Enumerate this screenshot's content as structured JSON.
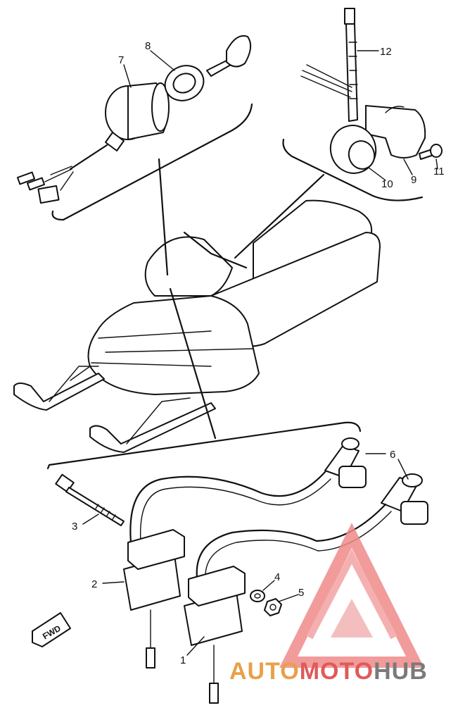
{
  "part_labels": {
    "p1": "1",
    "p2": "2",
    "p3": "3",
    "p4": "4",
    "p5": "5",
    "p6": "6",
    "p7": "7",
    "p8": "8",
    "p9": "9",
    "p10": "10",
    "p11": "11",
    "p12": "12"
  },
  "direction_marker": "FWD",
  "watermark": {
    "part1": "AUTO",
    "part2": "MOTO",
    "part3": "HUB",
    "colors": {
      "auto": "#e8a04a",
      "moto": "#e05a5a",
      "hub": "#7a7a7a",
      "logo": "#f08a8a"
    }
  }
}
